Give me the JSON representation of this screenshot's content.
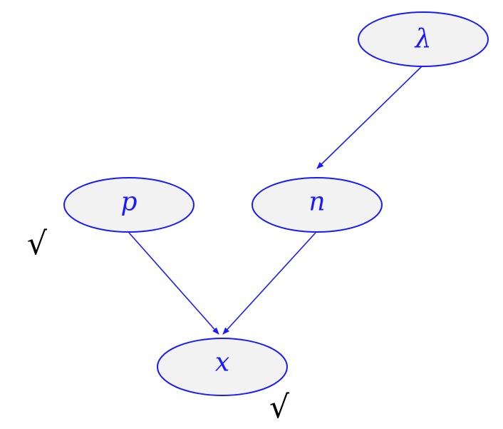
{
  "diagram": {
    "nodes": {
      "lambda": {
        "label": "λ"
      },
      "p": {
        "label": "p"
      },
      "n": {
        "label": "n"
      },
      "x": {
        "label": "x"
      }
    },
    "edges": [
      {
        "from": "lambda",
        "to": "n"
      },
      {
        "from": "p",
        "to": "x"
      },
      {
        "from": "n",
        "to": "x"
      }
    ],
    "annotations": {
      "check_p": "√",
      "check_x": "√"
    },
    "colors": {
      "node_stroke": "#1a1aff",
      "node_fill": "#f2f2f2",
      "label": "#1a1aff",
      "check": "#000000"
    }
  }
}
